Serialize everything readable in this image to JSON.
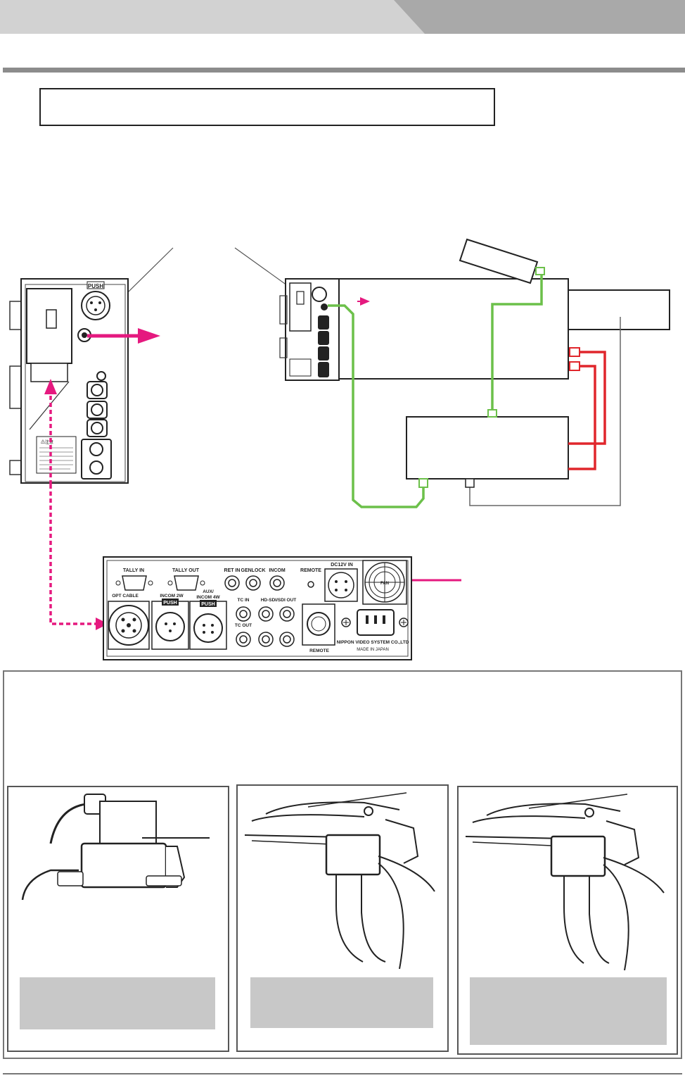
{
  "rear_panel": {
    "labels": {
      "tally_in": "TALLY IN",
      "tally_out": "TALLY OUT",
      "ret_in": "RET IN",
      "genlock": "GENLOCK",
      "incom": "INCOM",
      "remote_top": "REMOTE",
      "dc12v_in": "DC12V IN",
      "fan": "FAN",
      "opt_cable": "OPT CABLE",
      "incom_2w": "INCOM 2W",
      "push_1": "PUSH",
      "aux_incom_4w_1": "AUX/",
      "aux_incom_4w_2": "INCOM 4W",
      "push_2": "PUSH",
      "tc_in": "TC IN",
      "hd_sdi_out": "HD-SDI/SDI OUT",
      "tc_out": "TC OUT",
      "remote_bottom": "REMOTE",
      "maker": "NIPPON VIDEO SYSTEM CO.,LTD",
      "made_in": "MADE IN JAPAN"
    }
  },
  "camera_adapter": {
    "push_label": "PUSH",
    "caution_title": "⚠注意"
  },
  "colors": {
    "signal_pink": "#e5197f",
    "cable_green": "#6cc04a",
    "power_red": "#e0262c",
    "header_gray": "#c9c9c9",
    "rule_gray": "#8c8c8c"
  }
}
